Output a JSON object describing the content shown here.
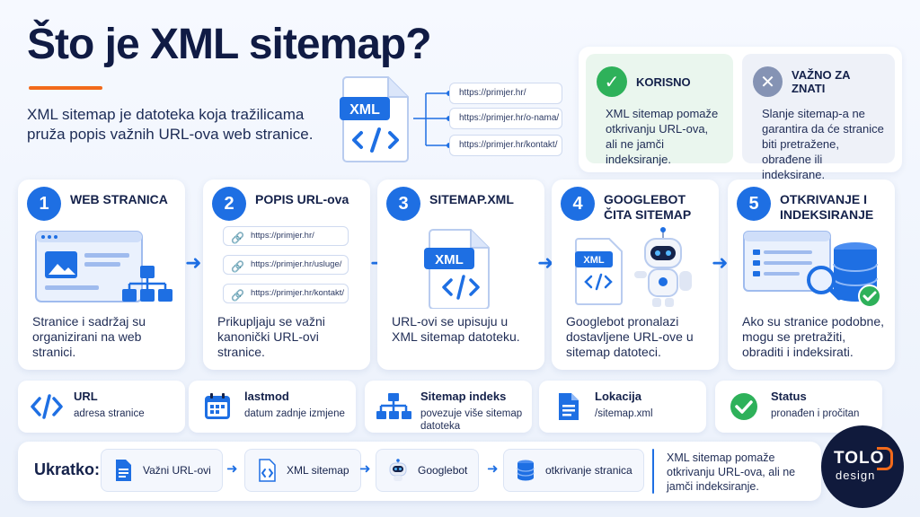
{
  "header": {
    "title": "Što je XML sitemap?",
    "subtitle": "XML sitemap je datoteka koja tražilicama pruža popis važnih URL-ova web stranice."
  },
  "hero": {
    "file_label": "XML",
    "urls": [
      "https://primjer.hr/",
      "https://primjer.hr/o-nama/",
      "https://primjer.hr/kontakt/"
    ]
  },
  "info": {
    "good": {
      "title": "KORISNO",
      "text": "XML sitemap pomaže otkrivanju URL-ova, ali ne jamči indeksiranje.",
      "icon": "check-icon"
    },
    "warn": {
      "title": "VAŽNO ZA ZNATI",
      "text": "Slanje sitemap-a ne garantira da će stranice biti pretražene, obrađene ili indeksirane.",
      "icon": "x-icon"
    }
  },
  "steps": [
    {
      "num": "1",
      "title": "WEB STRANICA",
      "desc": "Stranice i sadržaj su organizirani na web stranici."
    },
    {
      "num": "2",
      "title": "POPIS URL-ova",
      "desc": "Prikupljaju se važni kanonički URL-ovi stranice.",
      "urls": [
        "https://primjer.hr/",
        "https://primjer.hr/usluge/",
        "https://primjer.hr/kontakt/"
      ]
    },
    {
      "num": "3",
      "title": "SITEMAP.XML",
      "desc": "URL-ovi se upisuju u XML sitemap datoteku.",
      "file_label": "XML"
    },
    {
      "num": "4",
      "title": "GOOGLEBOT ČITA SITEMAP",
      "desc": "Googlebot pronalazi dostavljene URL-ove u sitemap datoteci.",
      "file_label": "XML"
    },
    {
      "num": "5",
      "title": "OTKRIVANJE I INDEKSIRANJE",
      "desc": "Ako su stranice podobne, mogu se pretražiti, obraditi i indeksirati."
    }
  ],
  "legend": [
    {
      "title": "URL",
      "desc": "adresa stranice",
      "icon": "code-icon"
    },
    {
      "title": "lastmod",
      "desc": "datum zadnje izmjene",
      "icon": "calendar-icon"
    },
    {
      "title": "Sitemap indeks",
      "desc": "povezuje više sitemap datoteka",
      "icon": "hierarchy-icon"
    },
    {
      "title": "Lokacija",
      "desc": "/sitemap.xml",
      "icon": "document-icon"
    },
    {
      "title": "Status",
      "desc": "pronađen i pročitan",
      "icon": "check-circle-icon"
    }
  ],
  "summary": {
    "label": "Ukratko:",
    "chips": [
      {
        "label": "Važni URL-ovi",
        "icon": "document-icon"
      },
      {
        "label": "XML sitemap",
        "icon": "code-file-icon"
      },
      {
        "label": "Googlebot",
        "icon": "robot-icon"
      },
      {
        "label": "otkrivanje stranica",
        "icon": "database-icon"
      }
    ],
    "text": "XML sitemap pomaže otkrivanju URL-ova, ali ne jamči indeksiranje."
  },
  "logo": {
    "line1": "TOLO",
    "line2": "design"
  },
  "colors": {
    "accent": "#1e6fe3",
    "orange": "#f26a1b",
    "green": "#2eb15a",
    "navy": "#101b44"
  }
}
